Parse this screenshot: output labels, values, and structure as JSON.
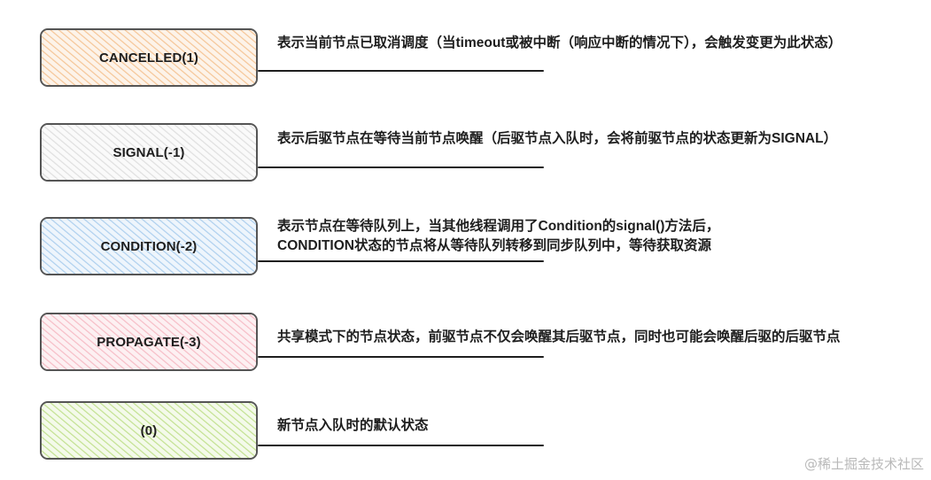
{
  "diagram": {
    "states": [
      {
        "label": "CANCELLED(1)",
        "color": "#f7c99b",
        "description_lines": [
          "表示当前节点已取消调度（当timeout或被中断（响应中断的情况下），会触发变更为此状态）"
        ]
      },
      {
        "label": "SIGNAL(-1)",
        "color": "#dcdcdc",
        "description_lines": [
          "表示后驱节点在等待当前节点唤醒（后驱节点入队时，会将前驱节点的状态更新为SIGNAL）"
        ]
      },
      {
        "label": "CONDITION(-2)",
        "color": "#a9cdee",
        "description_lines": [
          "表示节点在等待队列上，当其他线程调用了Condition的signal()方法后，",
          "CONDITION状态的节点将从等待队列转移到同步队列中，等待获取资源"
        ]
      },
      {
        "label": "PROPAGATE(-3)",
        "color": "#f6b9c3",
        "description_lines": [
          "共享模式下的节点状态，前驱节点不仅会唤醒其后驱节点，同时也可能会唤醒后驱的后驱节点"
        ]
      },
      {
        "label": "(0)",
        "color": "#bfe08a",
        "description_lines": [
          "新节点入队时的默认状态"
        ]
      }
    ]
  },
  "watermark": "@稀土掘金技术社区"
}
